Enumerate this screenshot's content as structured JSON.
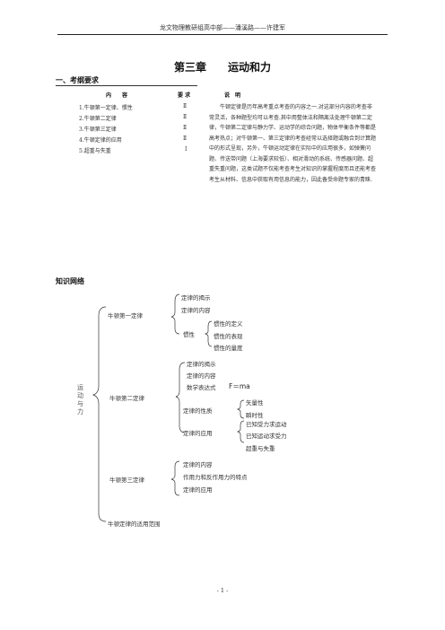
{
  "header": {
    "text": "龙文物理教研组高中部——潘溪路——许建军"
  },
  "chapter_title": "第三章　　运动和力",
  "section1": {
    "title": "一、考纲要求",
    "col_content": "内　　容",
    "col_req": "要 求",
    "col_note": "说　明",
    "rows": [
      {
        "content": "1.牛顿第一定律、惯性",
        "req": "Ⅱ"
      },
      {
        "content": "2.牛顿第二定律",
        "req": "Ⅱ"
      },
      {
        "content": "3.牛顿第三定律",
        "req": "Ⅱ"
      },
      {
        "content": "4.牛顿定律的应用",
        "req": "Ⅱ"
      },
      {
        "content": "5.超重与失重",
        "req": "Ⅰ"
      }
    ],
    "description": "牛顿定律是历年高考重点考查的内容之一.对这部分内容的考查非常灵活，各种题型均可以考查.其中用整体法和隔离法处理牛顿第二定律，牛顿第二定律与静力学、运动学的综合问题，物体平衡条件等都是高考热点；对牛顿第一、第三定律的考查经常以选择题或融合到计算题中的形式呈现，另外，牛顿运动定律在实际中的应用很多，如弹簧问题、传送带问题（上海要求较低）、相对滑动的系统、传感器问题、超重失重问题，这类试题不仅能考查考生对知识的掌握程度而且还能考查考生从材料、信息中获取有用信息的能力，因此备受命题专家的青睐."
  },
  "section2": {
    "title": "知识网络"
  },
  "tree": {
    "root": "运动与力",
    "n1": "牛顿第一定律",
    "n1_items": [
      "定律的揭示",
      "定律的内容"
    ],
    "inertia": "惯性",
    "inertia_items": [
      "惯性的定义",
      "惯性的表现",
      "惯性的量度"
    ],
    "n2": "牛顿第二定律",
    "n2_items": [
      "定律的揭示",
      "定律的内容",
      "数学表达式"
    ],
    "formula": "F＝ma",
    "n2_prop": "定律的性质",
    "n2_prop_items": [
      "矢量性",
      "瞬时性"
    ],
    "n2_app": "定律的应用",
    "n2_app_items": [
      "已知受力求运动",
      "已知运动求受力",
      "超重与失重"
    ],
    "n3": "牛顿第三定律",
    "n3_items": [
      "定律的内容",
      "作用力和反作用力的特点",
      "定律的应用"
    ],
    "n4": "牛顿定律的适用范围"
  },
  "footer": {
    "page": "- 1 -"
  }
}
